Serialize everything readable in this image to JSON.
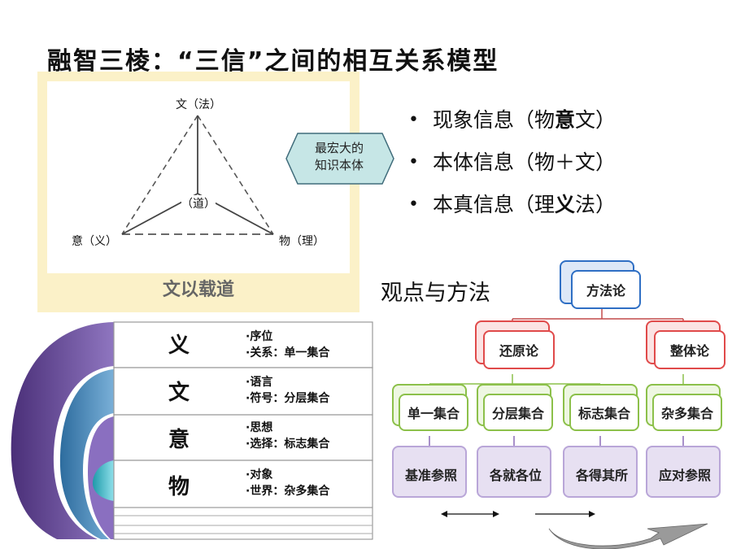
{
  "title": "融智三棱：“三信”之间的相互关系模型",
  "triangle": {
    "top_label": "文（法）",
    "left_label": "意（义）",
    "right_label": "物（理）",
    "center_label": "（道）",
    "caption": "文以载道"
  },
  "callout": {
    "line1": "最宏大的",
    "line2": "知识本体"
  },
  "bullets": [
    {
      "pre": "现象信息（物",
      "bold": "意",
      "post": "文）"
    },
    {
      "pre": "本体信息（物＋文）",
      "bold": "",
      "post": ""
    },
    {
      "pre": "本真信息（理",
      "bold": "义",
      "post": "法）"
    }
  ],
  "view_title": "观点与方法",
  "layers": [
    {
      "char": "义",
      "note1": "·序位",
      "note2": "·关系：单一集合"
    },
    {
      "char": "文",
      "note1": "·语言",
      "note2": "·符号：分层集合"
    },
    {
      "char": "意",
      "note1": "·思想",
      "note2": "·选择：标志集合"
    },
    {
      "char": "物",
      "note1": "·对象",
      "note2": "·世界：杂多集合"
    }
  ],
  "tree": {
    "root": "方法论",
    "level1": [
      "还原论",
      "整体论"
    ],
    "level2": [
      "单一集合",
      "分层集合",
      "标志集合",
      "杂多集合"
    ],
    "level3": [
      "基准参照",
      "各就各位",
      "各得其所",
      "应对参照"
    ]
  },
  "colors": {
    "tree_root": "#2f6fc4",
    "tree_level1": "#e04a4a",
    "tree_level2": "#8cc04a",
    "tree_level3": "#8b6bb8",
    "panel_bg": "#fbf1c8",
    "callout_fill": "#c6e6e6",
    "layer_purple": "#5c3f8c",
    "layer_teal": "#45b5c4"
  }
}
